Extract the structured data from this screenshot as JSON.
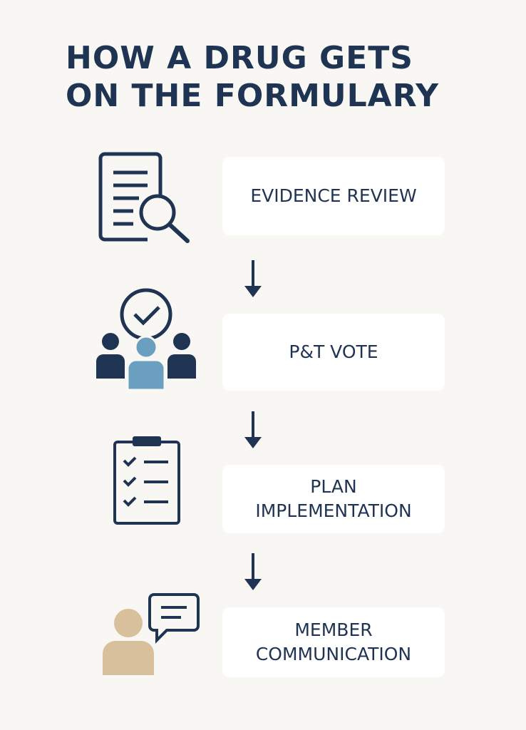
{
  "title": {
    "line1": "HOW A DRUG GETS",
    "line2": "ON THE FORMULARY"
  },
  "steps": [
    {
      "label": "EVIDENCE REVIEW",
      "icon": "document-search-icon"
    },
    {
      "label": "P&T VOTE",
      "icon": "committee-vote-icon"
    },
    {
      "label_line1": "PLAN",
      "label_line2": "IMPLEMENTATION",
      "icon": "checklist-clipboard-icon"
    },
    {
      "label_line1": "MEMBER",
      "label_line2": "COMMUNICATION",
      "icon": "member-chat-icon"
    }
  ],
  "colors": {
    "navy": "#1f3352",
    "blue": "#6a9fbf",
    "tan": "#d8c09c"
  }
}
